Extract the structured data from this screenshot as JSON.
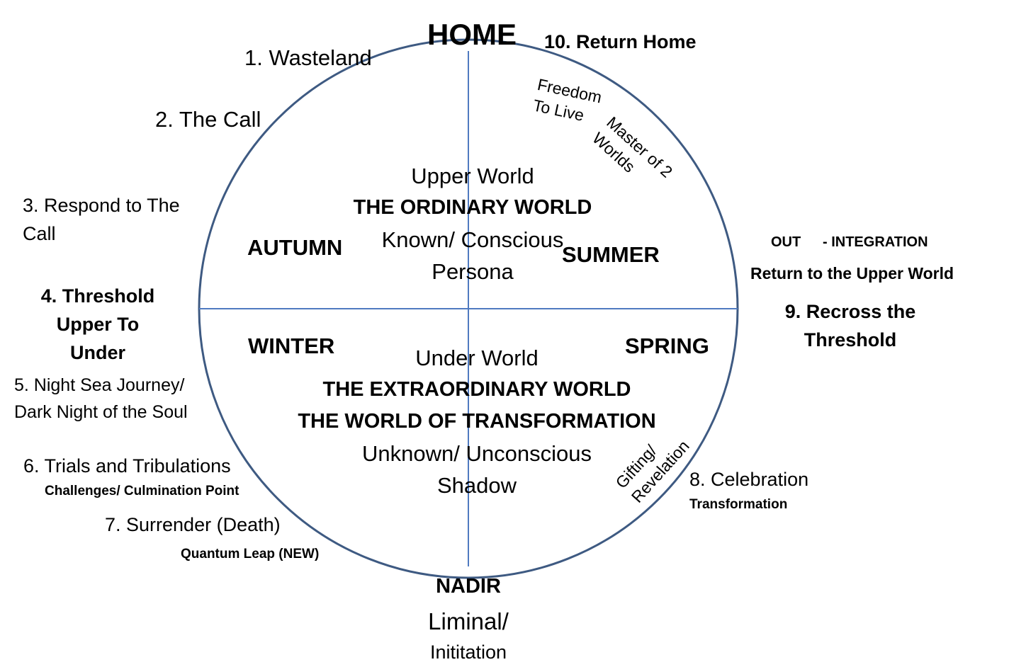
{
  "colors": {
    "circle": "#3e5a82",
    "axis": "#4f7ac0",
    "text": "#000000"
  },
  "top": {
    "home": "HOME",
    "return_home": "10. Return Home"
  },
  "bottom": {
    "nadir": "NADIR",
    "liminal": "Liminal/",
    "initiation": "Inititation"
  },
  "left_stages": {
    "wasteland": "1. Wasteland",
    "call": "2. The Call",
    "respond_line1": "3. Respond to The",
    "respond_line2": "Call",
    "threshold_line1": "4. Threshold",
    "threshold_line2": "Upper To",
    "threshold_line3": "Under",
    "night_line1": "5. Night Sea Journey/",
    "night_line2": "Dark Night of the Soul",
    "trials": "6. Trials and Tribulations",
    "trials_sub": "Challenges/ Culmination Point",
    "surrender": "7. Surrender (Death)",
    "surrender_sub": "Quantum Leap (NEW)"
  },
  "right_stages": {
    "out": "OUT",
    "integration": "- INTEGRATION",
    "return_upper": "Return to the Upper World",
    "recross_line1": "9. Recross the",
    "recross_line2": "Threshold",
    "celebration": "8. Celebration",
    "celebration_sub": "Transformation"
  },
  "upper_world": {
    "line1": "Upper World",
    "line2": "THE ORDINARY WORLD",
    "line3": "Known/ Conscious",
    "line4": "Persona"
  },
  "under_world": {
    "line1": "Under World",
    "line2": "THE EXTRAORDINARY WORLD",
    "line3": "THE WORLD OF TRANSFORMATION",
    "line4": "Unknown/ Unconscious",
    "line5": "Shadow"
  },
  "seasons": {
    "autumn": "AUTUMN",
    "summer": "SUMMER",
    "winter": "WINTER",
    "spring": "SPRING"
  },
  "arc_labels": {
    "freedom_line1": "Freedom",
    "freedom_line2": "To Live",
    "master_line1": "Master of 2",
    "master_line2": "Worlds",
    "gifting_line1": "Gifting/",
    "gifting_line2": "Revelation"
  }
}
